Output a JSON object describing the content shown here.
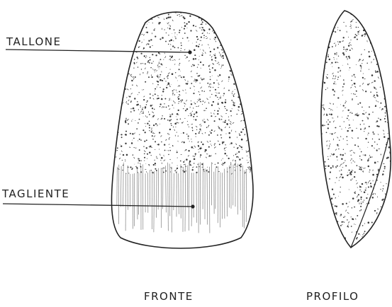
{
  "labels": {
    "tallone": "TALLONE",
    "tagliente": "TAGLIENTE",
    "fronte": "FRONTE",
    "profilo": "PROFILO"
  },
  "colors": {
    "ink": "#222222",
    "speckle": "#3a3a3a",
    "paper": "#ffffff"
  }
}
